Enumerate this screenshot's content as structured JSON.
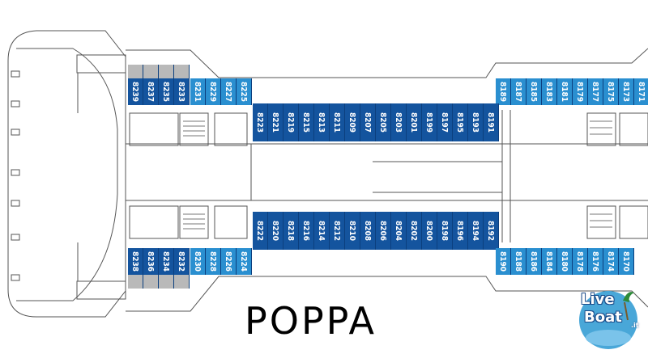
{
  "title": "POPPA",
  "logo": {
    "live": "Live",
    "boat": "Boat",
    "tld": ".it"
  },
  "colors": {
    "dark_cabin": "#14549e",
    "light_cabin": "#2a8fd0",
    "grey_cabin": "#b9b9b9",
    "line": "#555555"
  },
  "upper_outer": {
    "left_group": [
      "8239",
      "8237",
      "8235",
      "8233"
    ],
    "light_group": [
      "8231",
      "8229",
      "8227",
      "8225"
    ],
    "right_group": [
      "8189",
      "8187",
      "8185",
      "8183",
      "8181",
      "8179",
      "8177",
      "8175",
      "8173",
      "8171"
    ]
  },
  "upper_inner": [
    "8223",
    "8221",
    "8219",
    "8215",
    "8213",
    "8211",
    "8209",
    "8207",
    "8205",
    "8203",
    "8201",
    "8199",
    "8197",
    "8195",
    "8193",
    "8191"
  ],
  "lower_inner": [
    "8222",
    "8220",
    "8218",
    "8216",
    "8214",
    "8212",
    "8210",
    "8208",
    "8206",
    "8204",
    "8202",
    "8200",
    "8198",
    "8196",
    "8194",
    "8192"
  ],
  "lower_outer": {
    "left_group": [
      "8238",
      "8236",
      "8234",
      "8232"
    ],
    "light_group": [
      "8230",
      "8228",
      "8226",
      "8224"
    ],
    "right_group": [
      "8190",
      "8188",
      "8186",
      "8184",
      "8180",
      "8178",
      "8176",
      "8174",
      "8170"
    ]
  }
}
